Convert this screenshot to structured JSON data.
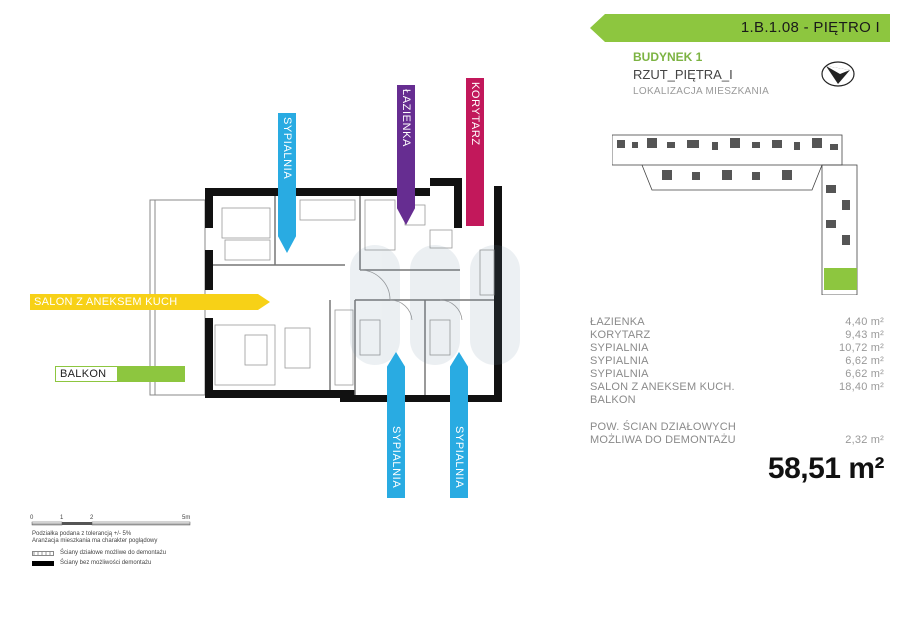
{
  "header": {
    "unit_code": "1.B.1.08 - PIĘTRO I",
    "building": "BUDYNEK 1",
    "floor_plan": "RZUT_PIĘTRA_I",
    "location_label": "LOKALIZACJA MIESZKANIA"
  },
  "colors": {
    "green": "#8dc63f",
    "cyan": "#29abe2",
    "purple": "#662d91",
    "magenta": "#c2185b",
    "yellow": "#f7d117"
  },
  "room_labels": {
    "sypialnia_top": "SYPIALNIA",
    "lazienka": "ŁAZIENKA",
    "korytarz": "KORYTARZ",
    "salon": "SALON Z ANEKSEM KUCH",
    "balkon": "BALKON",
    "sypialnia_bottom_1": "SYPIALNIA",
    "sypialnia_bottom_2": "SYPIALNIA"
  },
  "areas": [
    {
      "name": "ŁAZIENKA",
      "value": "4,40 m²"
    },
    {
      "name": "KORYTARZ",
      "value": "9,43 m²"
    },
    {
      "name": "SYPIALNIA",
      "value": "10,72 m²"
    },
    {
      "name": "SYPIALNIA",
      "value": "6,62 m²"
    },
    {
      "name": "SYPIALNIA",
      "value": "6,62 m²"
    },
    {
      "name": "SALON Z ANEKSEM KUCH.",
      "value": "18,40 m²"
    },
    {
      "name": "BALKON",
      "value": ""
    }
  ],
  "walls_note": {
    "line1": "POW. ŚCIAN DZIAŁOWYCH",
    "line2": "MOŻLIWA DO DEMONTAŻU",
    "value": "2,32 m²"
  },
  "total_area": "58,51 m²",
  "scale": {
    "ticks": [
      "0",
      "1",
      "2",
      "5m"
    ],
    "note1": "Podziałka podana z tolerancją +/- 5%",
    "note2": "Aranżacja mieszkania ma charakter poglądowy"
  },
  "legend": {
    "dashed": "Ściany działowe możliwe do demontażu",
    "solid": "Ściany bez możliwości demontażu"
  },
  "icons": {
    "compass": "north-arrow-icon"
  }
}
